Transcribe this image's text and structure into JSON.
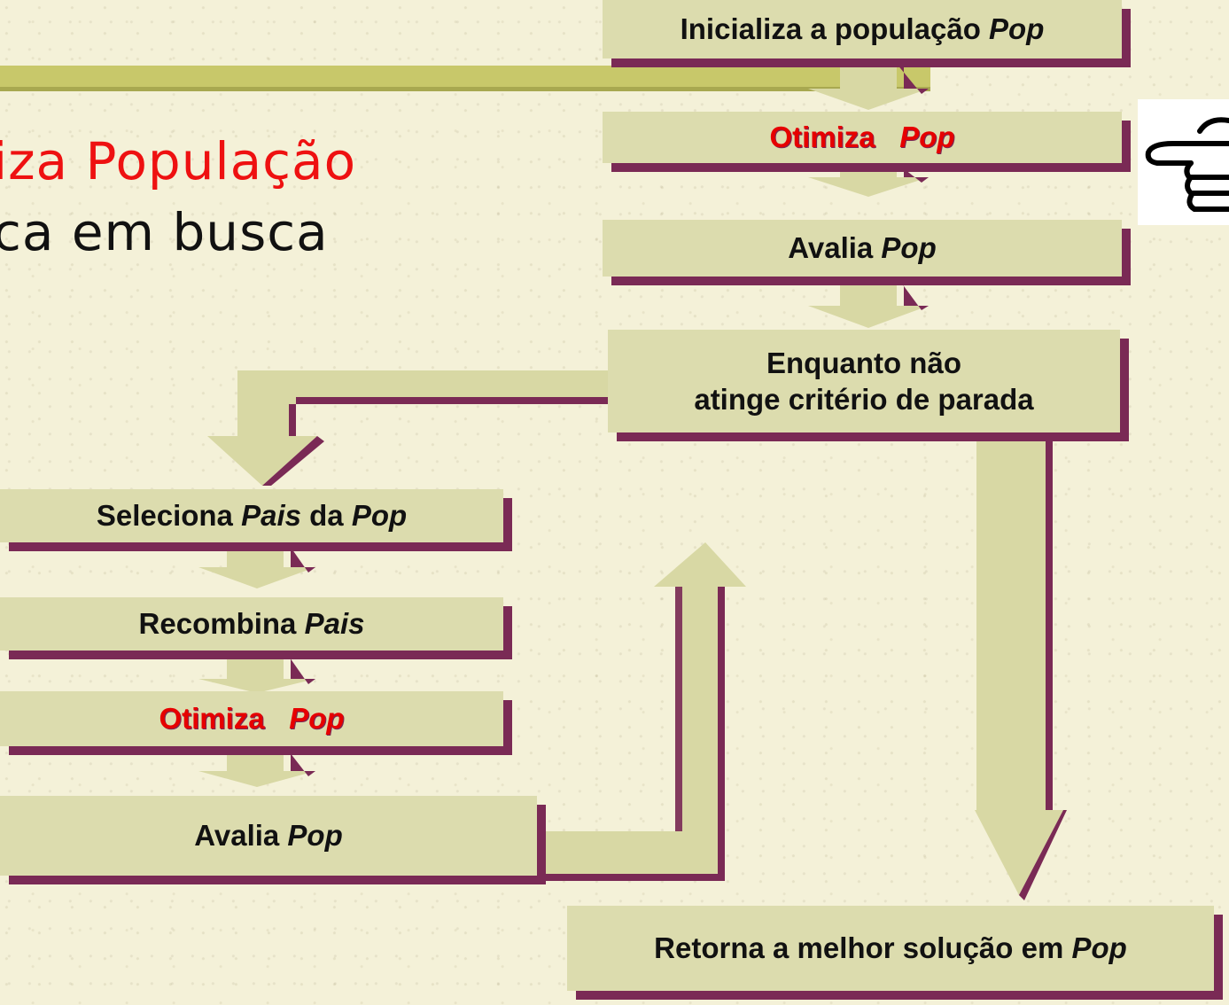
{
  "titles": {
    "line1": "iza População",
    "line2": "ca em busca"
  },
  "steps": {
    "init": [
      "Inicializa a população ",
      "Pop"
    ],
    "optimize_top": [
      "Otimiza",
      "Pop"
    ],
    "evaluate_top": [
      "Avalia ",
      "Pop"
    ],
    "while_line1": "Enquanto não",
    "while_line2": "atinge critério de parada",
    "select": [
      "Seleciona ",
      "Pais",
      " da ",
      "Pop"
    ],
    "recombine": [
      "Recombina ",
      "Pais"
    ],
    "optimize_bottom": [
      "Otimiza",
      "Pop"
    ],
    "evaluate_bottom": [
      "Avalia ",
      "Pop"
    ],
    "return": [
      "Retorna a melhor solução em ",
      "Pop"
    ]
  },
  "colors": {
    "box_fill": "#dcdcae",
    "box_shadow": "#7a2a55",
    "highlight_text": "#e60000",
    "title_accent": "#ee1111",
    "decor_bar": "#c8c86a"
  },
  "icons": {
    "pointer": "pointing-hand-icon"
  }
}
